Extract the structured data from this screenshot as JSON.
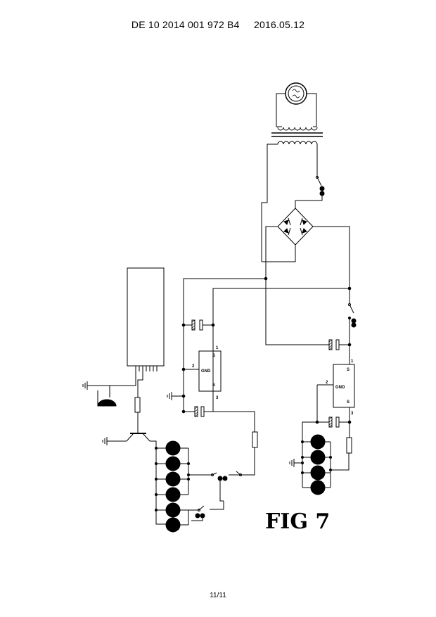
{
  "header": {
    "patent_number": "DE 10 2014 001 972 B4",
    "date": "2016.05.12"
  },
  "figure": {
    "label": "FIG 7",
    "chip_left": {
      "pin_gnd": "GND",
      "pin_1": "1",
      "pin_2": "2",
      "pin_3": "3",
      "pin_s_top": "S",
      "pin_s_bottom": "S"
    },
    "chip_right": {
      "pin_gnd": "GND",
      "pin_1": "1",
      "pin_2": "2",
      "pin_3": "3",
      "pin_s_top": "S",
      "pin_s_bottom": "S"
    }
  },
  "footer": {
    "page": "11/11"
  },
  "colors": {
    "ink": "#000000",
    "paper": "#ffffff"
  }
}
